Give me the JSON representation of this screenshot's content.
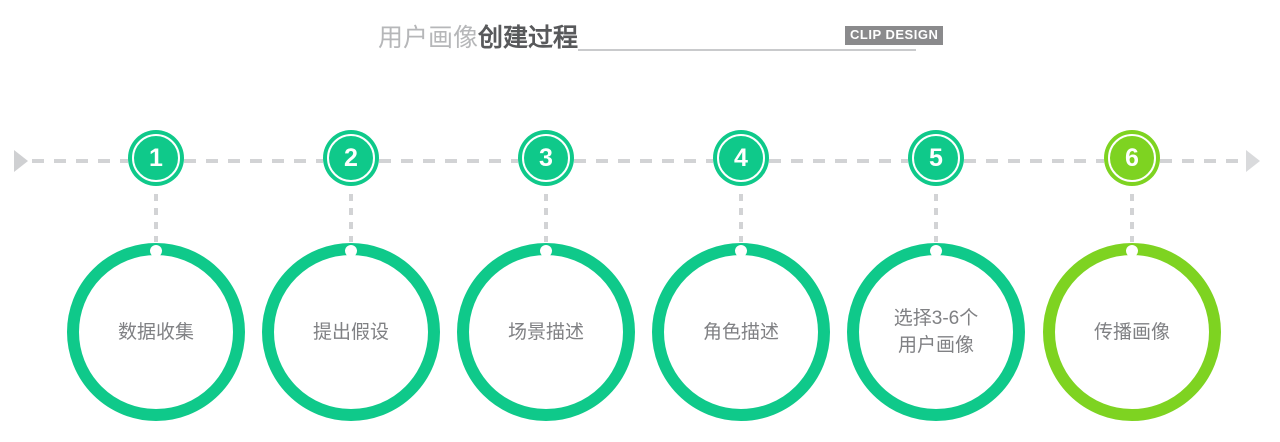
{
  "header": {
    "title_light": "用户画像",
    "title_bold": "创建过程",
    "badge": "CLIP DESIGN"
  },
  "colors": {
    "teal": "#0fc98a",
    "lime": "#7ed321",
    "axis_gray": "#d2d3d5",
    "label_gray": "#808184",
    "title_light_gray": "#b6b7b9",
    "title_dark_gray": "#58595b",
    "badge_gray": "#8a8a8c"
  },
  "timeline": {
    "left_arrow_icon": "triangle-right-icon",
    "right_arrow_icon": "triangle-right-icon"
  },
  "steps": [
    {
      "number": "1",
      "label": "数据收集",
      "color": "#0fc98a"
    },
    {
      "number": "2",
      "label": "提出假设",
      "color": "#0fc98a"
    },
    {
      "number": "3",
      "label": "场景描述",
      "color": "#0fc98a"
    },
    {
      "number": "4",
      "label": "角色描述",
      "color": "#0fc98a"
    },
    {
      "number": "5",
      "label": "选择3-6个\n用户画像",
      "color": "#0fc98a"
    },
    {
      "number": "6",
      "label": "传播画像",
      "color": "#7ed321"
    }
  ]
}
